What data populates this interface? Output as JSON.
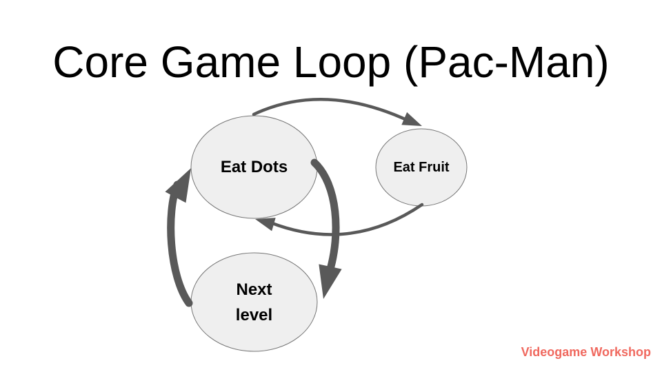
{
  "slide": {
    "title": "Core Game Loop (Pac-Man)",
    "credit": "Videogame Workshop"
  },
  "diagram": {
    "nodes": [
      {
        "id": "eat-dots",
        "label": "Eat Dots"
      },
      {
        "id": "eat-fruit",
        "label": "Eat Fruit"
      },
      {
        "id": "next-level",
        "label": "Next level",
        "lines": [
          "Next",
          "level"
        ]
      }
    ],
    "edges": [
      {
        "from": "eat-dots",
        "to": "eat-fruit",
        "weight": "thin"
      },
      {
        "from": "eat-fruit",
        "to": "eat-dots",
        "weight": "thin"
      },
      {
        "from": "eat-dots",
        "to": "next-level",
        "weight": "thick"
      },
      {
        "from": "next-level",
        "to": "eat-dots",
        "weight": "thick"
      }
    ]
  },
  "colors": {
    "background": "#ffffff",
    "title_text": "#000000",
    "node_fill": "#efefef",
    "node_border": "#757575",
    "node_text": "#000000",
    "arrow": "#595959",
    "credit_text": "#f0695f"
  }
}
